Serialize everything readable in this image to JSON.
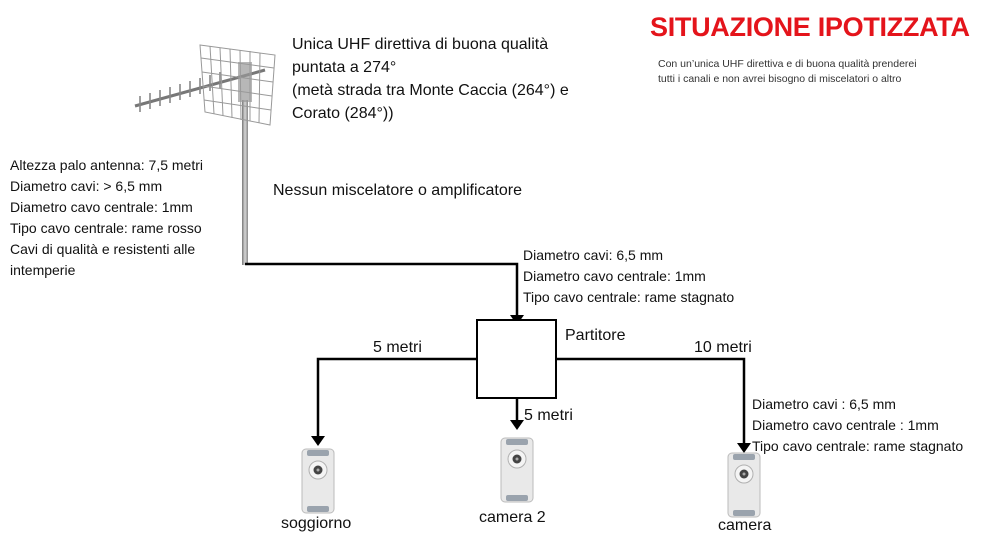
{
  "title": "SITUAZIONE IPOTIZZATA",
  "note": [
    "Con un’unica UHF direttiva e di buona qualità prenderei",
    "tutti i canali e non avrei bisogno di miscelatori o altro"
  ],
  "antenna": {
    "desc": [
      "Unica UHF direttiva di buona qualità",
      "puntata a 274°",
      "(metà strada tra Monte Caccia (264°) e",
      "Corato (284°))"
    ],
    "specs": [
      "Altezza palo antenna: 7,5 metri",
      "Diametro cavi: > 6,5 mm",
      "Diametro cavo centrale: 1mm",
      "Tipo cavo centrale: rame rosso",
      "Cavi di qualità e resistenti alle",
      "intemperie"
    ]
  },
  "no_mixer": "Nessun miscelatore o amplificatore",
  "main_cable_specs": [
    "Diametro cavi: 6,5 mm",
    "Diametro cavo centrale: 1mm",
    "Tipo cavo centrale: rame stagnato"
  ],
  "splitter_label": "Partitore",
  "lengths": {
    "left": "5 metri",
    "center": "5 metri",
    "right": "10 metri"
  },
  "right_cable_specs": [
    "Diametro cavi : 6,5 mm",
    "Diametro cavo centrale : 1mm",
    "Tipo cavo centrale: rame stagnato"
  ],
  "outlets": {
    "left": "soggiorno",
    "center": "camera 2",
    "right": "camera"
  },
  "icons": [
    "uhf-antenna-icon",
    "tv-outlet-icon"
  ]
}
